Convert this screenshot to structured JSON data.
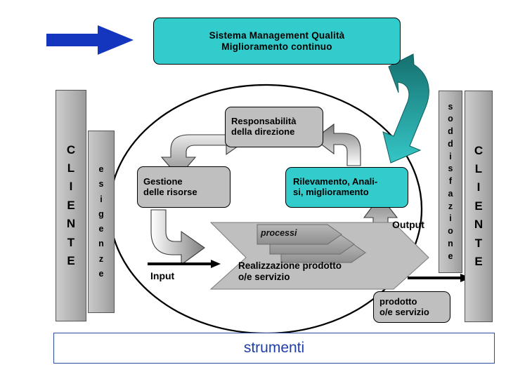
{
  "diagram": {
    "title_box": {
      "line1": "Sistema Management Qualità",
      "line2": "Miglioramento continuo",
      "color": "#33CCCC"
    },
    "nodes": {
      "responsabilita": {
        "line1": "Responsabilità",
        "line2": "della direzione",
        "color": "#BFBFBF"
      },
      "gestione": {
        "line1": "Gestione",
        "line2": "delle risorse",
        "color": "#BFBFBF"
      },
      "rilevamento": {
        "line1": "Rilevamento, Anali-",
        "line2": "si, miglioramento",
        "color": "#33CCCC"
      },
      "prodotto_servizio": {
        "line1": "prodotto",
        "line2": "o/e servizio",
        "color": "#BFBFBF"
      },
      "realizzazione": {
        "line1": "Realizzazione prodotto",
        "line2": "o/e servizio",
        "color": "#BFBFBF"
      },
      "processi": {
        "label": "processi",
        "color": "#A8A8A8"
      }
    },
    "flow_labels": {
      "input": "Input",
      "output": "Output"
    },
    "pillars": {
      "cliente_left": "CLIENTE",
      "esigenze": "esigenze",
      "soddisfazione": "soddisfazione",
      "cliente_right": "CLIENTE"
    },
    "footer": {
      "label": "strumenti",
      "text_color": "#1F3FA8",
      "border_color": "#2B4FA0"
    },
    "arrows": {
      "entry_arrow_color": "#1436BE",
      "feedback_arrow_color": "#1F9C9C",
      "cycle_arrow_fill": "gradient-gray"
    }
  }
}
